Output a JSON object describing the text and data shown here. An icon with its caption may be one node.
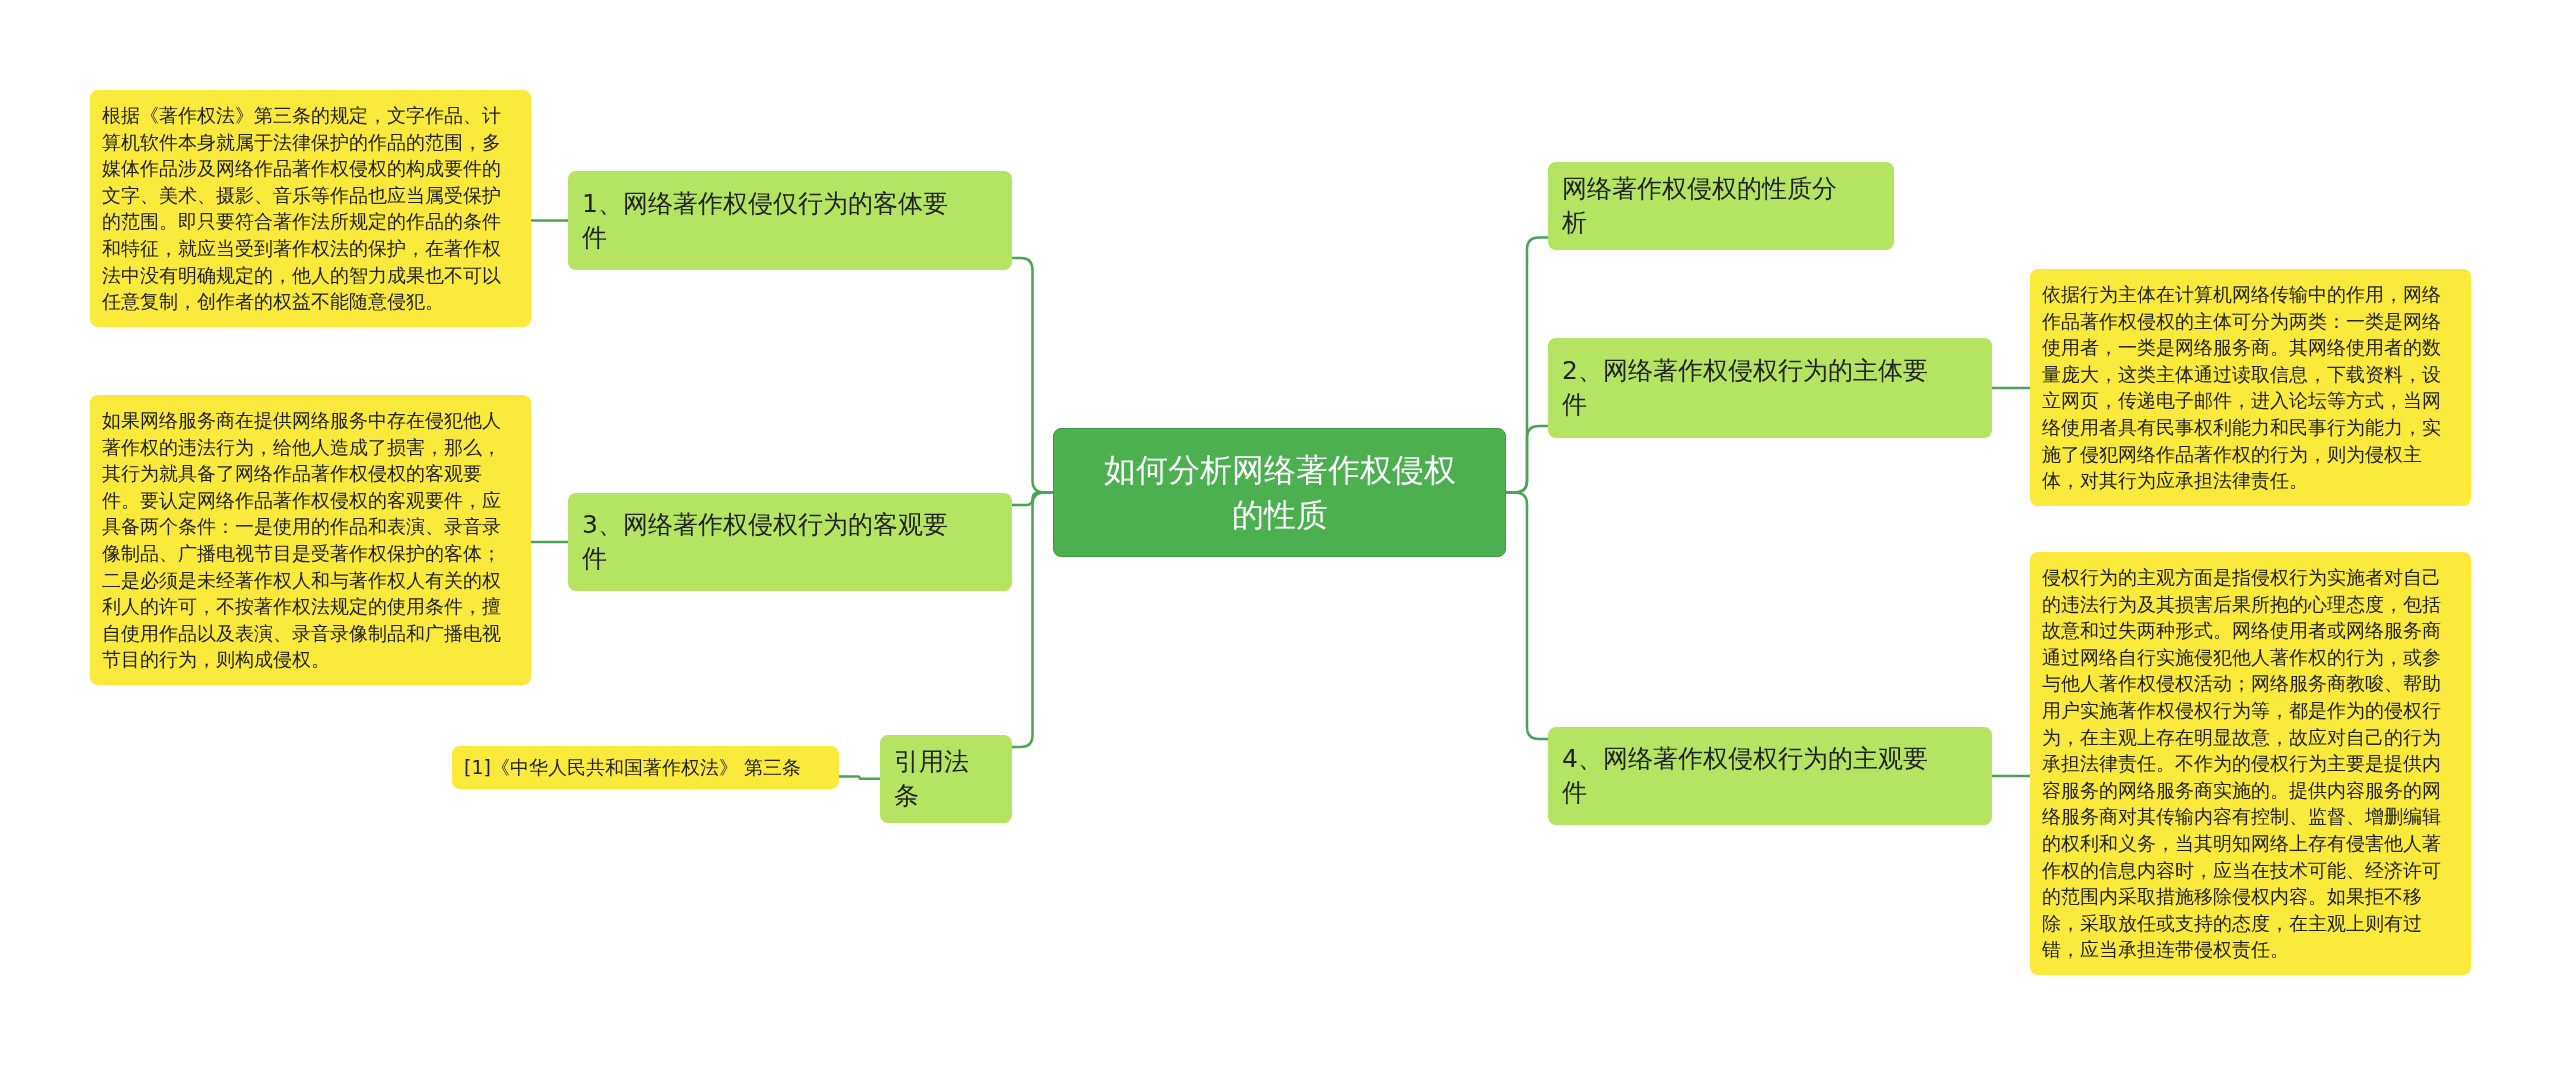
{
  "diagram": {
    "nodes": [
      {
        "text": [
          "如何分析网络著作权侵权的性质"
        ]
      },
      {
        "text": [
          "1、网络著作权侵仅行为的客体要件"
        ]
      },
      {
        "text": [
          "根据《著作权法》第三条的规定，文字作品、计算机软件本身就属于法律保护的作品的范围，多媒体作品涉及网络作品著作权侵权的构成要件的文字、美术、摄影、音乐等作品也应当属受保护的范围。即只要符合著作法所规定的作品的条件和特征，就应当受到著作权法的保护，在著作权法中没有明确规定的，他人的智力成果也不可以任意复制，创作者的权益不能随意侵犯。"
        ]
      },
      {
        "text": [
          "3、网络著作权侵权行为的客观要件"
        ]
      },
      {
        "text": [
          "如果网络服务商在提供网络服务中存在侵犯他人著作权的违法行为，给他人造成了损害，那么，其行为就具备了网络作品著作权侵权的客观要件。要认定网络作品著作权侵权的客观要件，应具备两个条件：一是使用的作品和表演、录音录像制品、广播电视节目是受著作权保护的客体；二是必须是未经著作权人和与著作权人有关的权利人的许可，不按著作权法规定的使用条件，擅自使用作品以及表演、录音录像制品和广播电视节目的行为，则构成侵权。"
        ]
      },
      {
        "text": [
          "引用法条"
        ]
      },
      {
        "text": [
          "[1]《中华人民共和国著作权法》 第三条"
        ]
      },
      {
        "text": [
          "网络著作权侵权的性质分析"
        ]
      },
      {
        "text": [
          "2、网络著作权侵权行为的主体要件"
        ]
      },
      {
        "text": [
          "依据行为主体在计算机网络传输中的作用，网络作品著作权侵权的主体可分为两类：一类是网络使用者，一类是网络服务商。其网络使用者的数量庞大，这类主体通过读取信息，下载资料，设立网页，传递电子邮件，进入论坛等方式，当网络使用者具有民事权利能力和民事行为能力，实施了侵犯网络作品著作权的行为，则为侵权主体，对其行为应承担法律责任。"
        ]
      },
      {
        "text": [
          "4、网络著作权侵权行为的主观要件"
        ]
      },
      {
        "text": [
          "侵权行为的主观方面是指侵权行为实施者对自己的违法行为及其损害后果所抱的心理态度，包括故意和过失两种形式。网络使用者或网络服务商通过网络自行实施侵犯他人著作权的行为，或参与他人著作权侵权活动；网络服务商教唆、帮助用户实施著作权侵权行为等，都是作为的侵权行为，在主观上存在明显故意，故应对自己的行为承担法律责任。不作为的侵权行为主要是提供内容服务的网络服务商实施的。提供内容服务的网络服务商对其传输内容有控制、监督、增删编辑的权利和义务，当其明知网络上存有侵害他人著作权的信息内容时，应当在技术可能、经济许可的范围内采取措施移除侵权内容。如果拒不移除，采取放任或支持的态度，在主观上则有过错，应当承担连带侵权责任。"
        ]
      }
    ],
    "edges": [
      {
        "from": 0,
        "to": 1,
        "arrow": "none"
      },
      {
        "from": 1,
        "to": 2,
        "arrow": "none"
      },
      {
        "from": 0,
        "to": 3,
        "arrow": "none"
      },
      {
        "from": 3,
        "to": 4,
        "arrow": "none"
      },
      {
        "from": 0,
        "to": 5,
        "arrow": "none"
      },
      {
        "from": 5,
        "to": 6,
        "arrow": "none"
      },
      {
        "from": 0,
        "to": 7,
        "arrow": "none"
      },
      {
        "from": 0,
        "to": 8,
        "arrow": "none"
      },
      {
        "from": 8,
        "to": 9,
        "arrow": "none"
      },
      {
        "from": 0,
        "to": 10,
        "arrow": "none"
      },
      {
        "from": 10,
        "to": 11,
        "arrow": "none"
      }
    ]
  }
}
